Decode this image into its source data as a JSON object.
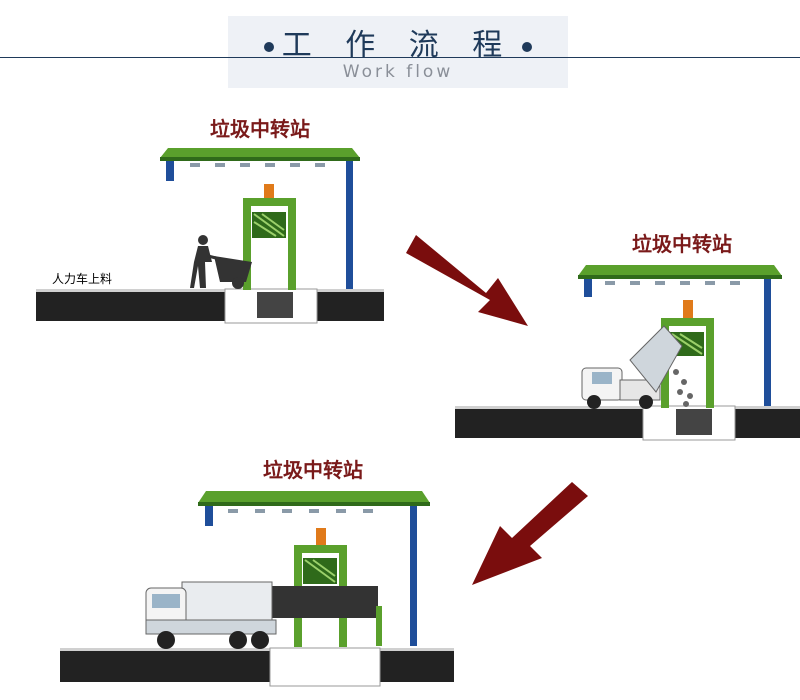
{
  "header": {
    "title": "工 作 流 程",
    "subtitle": "Work flow"
  },
  "scenes": [
    {
      "title": "垃圾中转站",
      "side_label": "人力车上料"
    },
    {
      "title": "垃圾中转站"
    },
    {
      "title": "垃圾中转站"
    }
  ],
  "colors": {
    "header_text": "#1f3a5a",
    "roof_green": "#5aa02c",
    "frame_blue": "#1f4e9a",
    "arrow_red": "#7a0d0d",
    "title_red": "#7a1a1a"
  },
  "icons": [
    "roof",
    "compactor-frame",
    "worker-with-cart",
    "pickup-truck",
    "garbage-truck",
    "flow-arrow"
  ]
}
